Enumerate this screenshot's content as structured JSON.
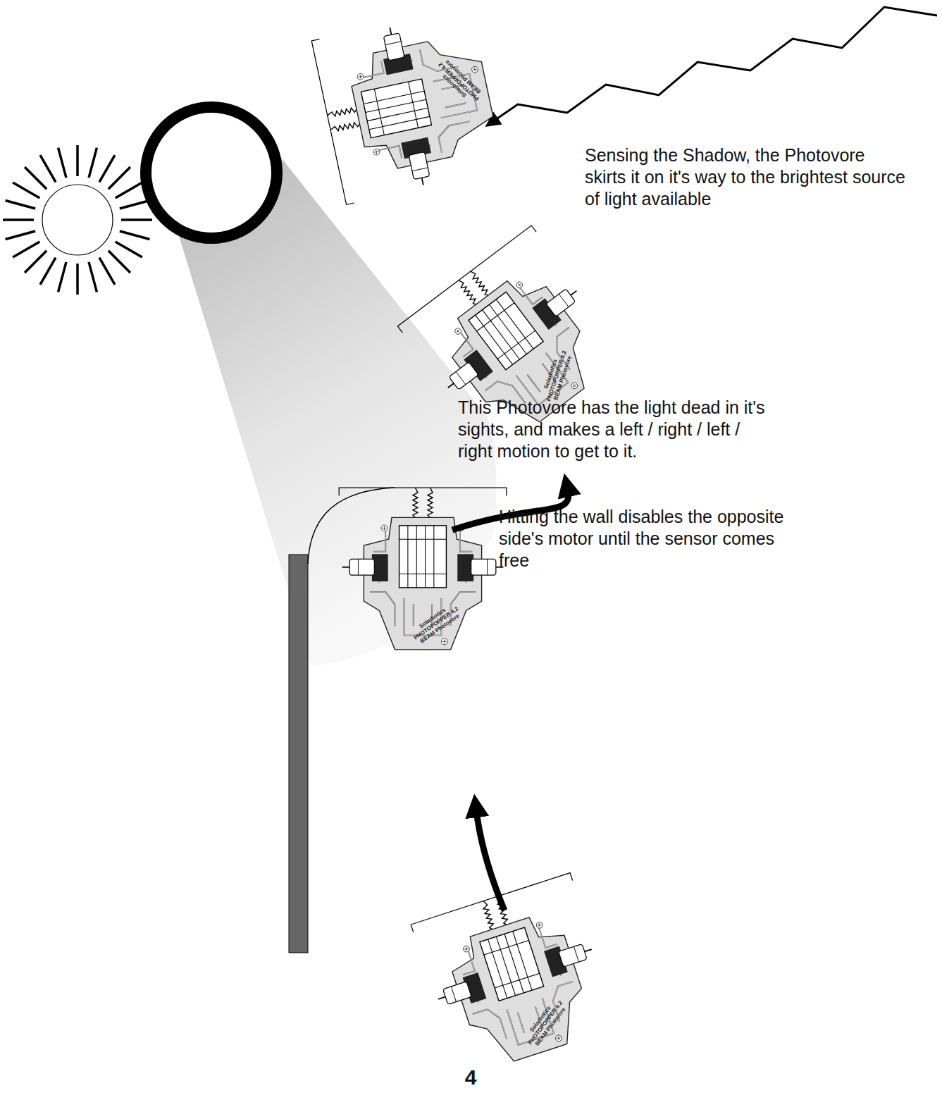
{
  "diagram": {
    "labels": [
      "This Photovore has the light dead in it's sights, and makes a left / right / left / right motion to get to it.",
      "Sensing the Shadow, the Photovore skirts it on it's way to the brightest source of light available",
      "Hitting the wall disables the opposite side's motor until the sensor comes free",
      "Solarbotics PHOTOPOPPER 4.2 BEAM Photovore",
      "Solarbotics PHOTOPOPPER 4.2 BEAM Photovore",
      "Solarbotics PHOTOPOPPER 4.2 BEAM Photovore",
      "Solarbotics PHOTOPOPPER 4.2 BEAM Photovore",
      "4"
    ]
  }
}
